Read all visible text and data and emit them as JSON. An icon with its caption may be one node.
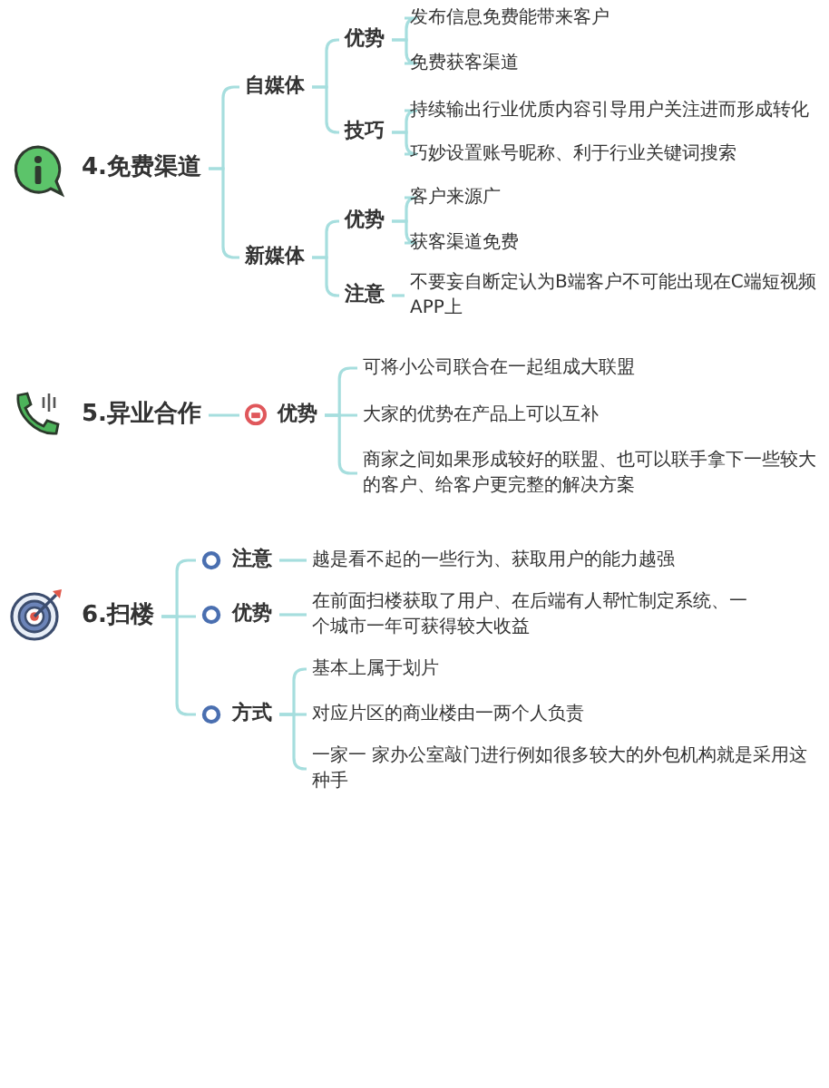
{
  "diagram": {
    "nodes": [
      {
        "text": [
          "4.免费渠道"
        ]
      },
      {
        "text": [
          "自媒体"
        ]
      },
      {
        "text": [
          "优势"
        ]
      },
      {
        "text": [
          "发布信息免费能带来客户"
        ]
      },
      {
        "text": [
          "免费获客渠道"
        ]
      },
      {
        "text": [
          "技巧"
        ]
      },
      {
        "text": [
          "持续输出行业优质内容引导用户关注进而形成转化"
        ]
      },
      {
        "text": [
          "巧妙设置账号昵称、利于行业关键词搜索"
        ]
      },
      {
        "text": [
          "新媒体"
        ]
      },
      {
        "text": [
          "优势"
        ]
      },
      {
        "text": [
          "客户来源广"
        ]
      },
      {
        "text": [
          "获客渠道免费"
        ]
      },
      {
        "text": [
          "注意"
        ]
      },
      {
        "text": [
          "不要妄自断定认为B端客户不可能出现在C端短视频APP上"
        ]
      },
      {
        "text": [
          "5.异业合作"
        ]
      },
      {
        "text": [
          "优势"
        ]
      },
      {
        "text": [
          "可将小公司联合在一起组成大联盟"
        ]
      },
      {
        "text": [
          "大家的优势在产品上可以互补"
        ]
      },
      {
        "text": [
          "商家之间如果形成较好的联盟、也可以联手拿下一些较大的客户、给客户更完整的解决方案"
        ]
      },
      {
        "text": [
          "6.扫楼"
        ]
      },
      {
        "text": [
          "注意"
        ]
      },
      {
        "text": [
          "越是看不起的一些行为、获取用户的能力越强"
        ]
      },
      {
        "text": [
          "优势"
        ]
      },
      {
        "text": [
          "在前面扫楼获取了用户、在后端有人帮忙制定系统、一个城市一年可获得较大收益"
        ]
      },
      {
        "text": [
          "方式"
        ]
      },
      {
        "text": [
          "基本上属于划片"
        ]
      },
      {
        "text": [
          "对应片区的商业楼由一两个人负责"
        ]
      },
      {
        "text": [
          "一家一 家办公室敲门进行例如很多较大的外包机构就是采用这种手"
        ]
      }
    ],
    "edges": [
      {
        "from": 0,
        "to": 1,
        "arrow": "none"
      },
      {
        "from": 0,
        "to": 8,
        "arrow": "none"
      },
      {
        "from": 1,
        "to": 2,
        "arrow": "none"
      },
      {
        "from": 1,
        "to": 5,
        "arrow": "none"
      },
      {
        "from": 2,
        "to": 3,
        "arrow": "none"
      },
      {
        "from": 2,
        "to": 4,
        "arrow": "none"
      },
      {
        "from": 5,
        "to": 6,
        "arrow": "none"
      },
      {
        "from": 5,
        "to": 7,
        "arrow": "none"
      },
      {
        "from": 8,
        "to": 9,
        "arrow": "none"
      },
      {
        "from": 8,
        "to": 12,
        "arrow": "none"
      },
      {
        "from": 9,
        "to": 10,
        "arrow": "none"
      },
      {
        "from": 9,
        "to": 11,
        "arrow": "none"
      },
      {
        "from": 12,
        "to": 13,
        "arrow": "none"
      },
      {
        "from": 14,
        "to": 15,
        "arrow": "none"
      },
      {
        "from": 15,
        "to": 16,
        "arrow": "none"
      },
      {
        "from": 15,
        "to": 17,
        "arrow": "none"
      },
      {
        "from": 15,
        "to": 18,
        "arrow": "none"
      },
      {
        "from": 19,
        "to": 20,
        "arrow": "none"
      },
      {
        "from": 19,
        "to": 22,
        "arrow": "none"
      },
      {
        "from": 19,
        "to": 24,
        "arrow": "none"
      },
      {
        "from": 20,
        "to": 21,
        "arrow": "none"
      },
      {
        "from": 22,
        "to": 23,
        "arrow": "none"
      },
      {
        "from": 24,
        "to": 25,
        "arrow": "none"
      },
      {
        "from": 24,
        "to": 26,
        "arrow": "none"
      },
      {
        "from": 24,
        "to": 27,
        "arrow": "none"
      }
    ]
  }
}
